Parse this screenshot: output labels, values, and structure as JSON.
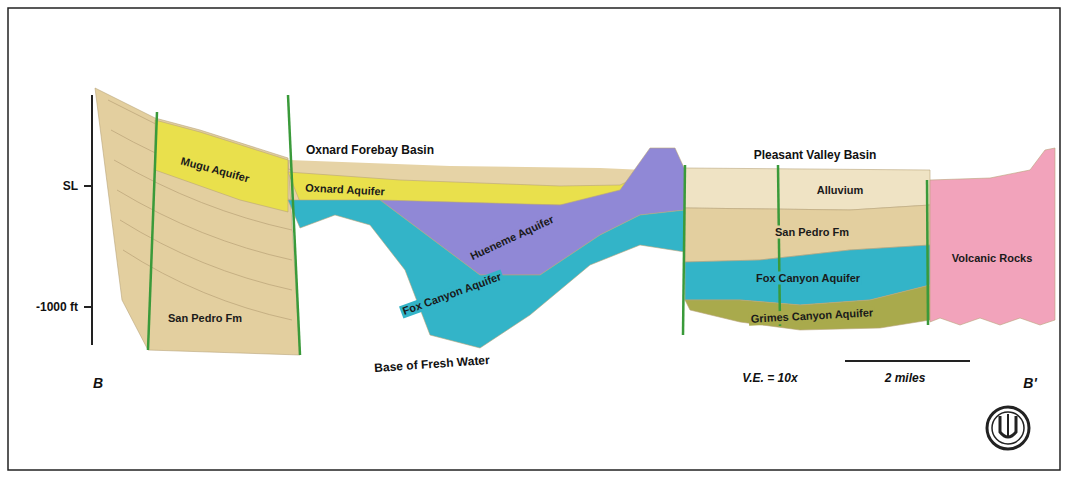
{
  "diagram": {
    "nodes": [
      {
        "text": [
          "San Pedro Fm"
        ]
      },
      {
        "text": [
          "Mugu Aquifer"
        ]
      },
      {
        "text": [
          "Oxnard Aquifer"
        ]
      },
      {
        "text": [
          "Hueneme Aquifer"
        ]
      },
      {
        "text": [
          "Fox Canyon Aquifer"
        ]
      },
      {
        "text": [
          "Alluvium"
        ]
      },
      {
        "text": [
          "San Pedro Fm"
        ]
      },
      {
        "text": [
          "Fox Canyon Aquifer"
        ]
      },
      {
        "text": [
          "Grimes Canyon Aquifer"
        ]
      },
      {
        "text": [
          "Volcanic Rocks"
        ]
      }
    ],
    "labels": [
      "Oxnard Forebay Basin",
      "Pleasant Valley Basin",
      "SL",
      "-1000 ft",
      "Base of Fresh Water",
      "B",
      "V.E. = 10x",
      "2 miles",
      "B'"
    ]
  }
}
